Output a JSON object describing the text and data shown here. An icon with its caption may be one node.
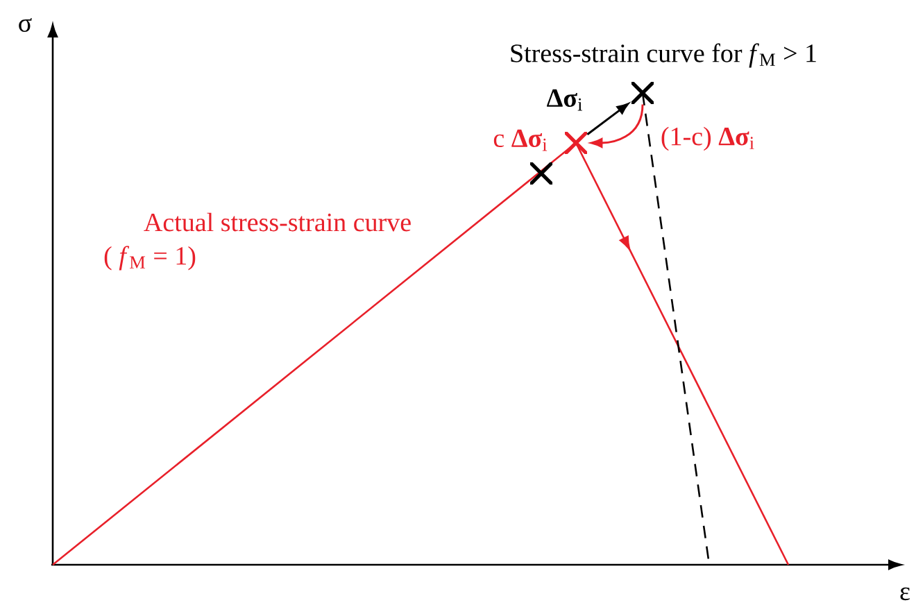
{
  "diagram": {
    "nodes": [
      {
        "text": [],
        "shape": "cross"
      },
      {
        "text": [],
        "shape": "cross"
      },
      {
        "text": [],
        "shape": "cross"
      }
    ],
    "edges": [
      {
        "from": 2,
        "to": 1,
        "arrow": "to",
        "label": "**Δσ**$_{i}$"
      },
      {
        "from": 1,
        "to": 2,
        "arrow": "to",
        "label": "(1-c) **Δσ**$_{i}$",
        "color": "#e8202a"
      }
    ],
    "labels": [
      "σ",
      "Stress-strain curve for *f*$_{M}$ > 1",
      "c **Δσ**$_{i}$",
      "Actual stress-strain curve",
      "( *f*$_{M}$ = 1)",
      "ε"
    ]
  }
}
